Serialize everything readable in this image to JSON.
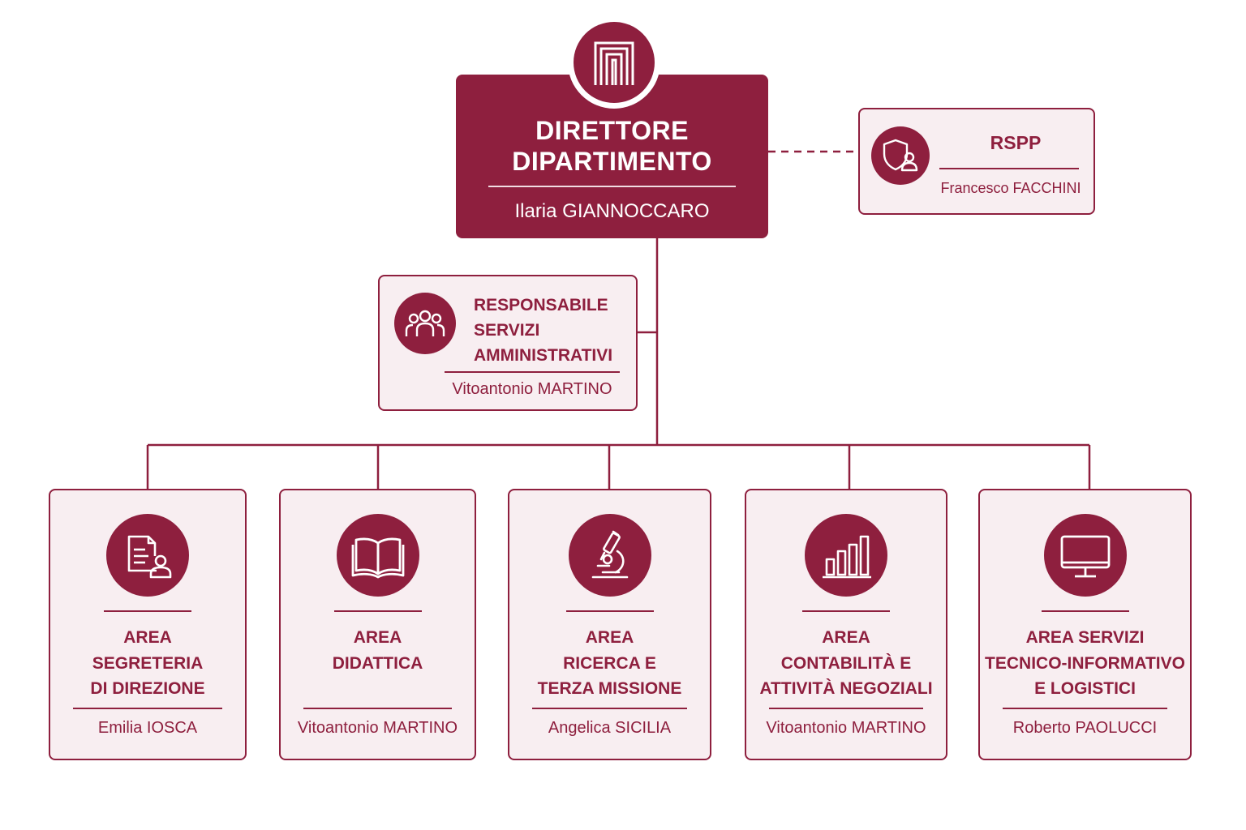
{
  "director": {
    "title_line1": "DIRETTORE",
    "title_line2": "DIPARTIMENTO",
    "name": "Ilaria GIANNOCCARO",
    "icon": "building-columns-icon"
  },
  "rspp": {
    "title": "RSPP",
    "name": "Francesco FACCHINI",
    "icon": "shield-user-icon"
  },
  "responsabile": {
    "title_line1": "RESPONSABILE",
    "title_line2": "SERVIZI",
    "title_line3": "AMMINISTRATIVI",
    "name": "Vitoantonio MARTINO",
    "icon": "people-group-icon"
  },
  "areas": [
    {
      "line1": "AREA",
      "line2": "SEGRETERIA",
      "line3": "DI DIREZIONE",
      "name": "Emilia IOSCA",
      "icon": "document-user-icon"
    },
    {
      "line1": "AREA",
      "line2": "DIDATTICA",
      "line3": "",
      "name": "Vitoantonio MARTINO",
      "icon": "open-book-icon"
    },
    {
      "line1": "AREA",
      "line2": "RICERCA E",
      "line3": "TERZA MISSIONE",
      "name": "Angelica SICILIA",
      "icon": "microscope-icon"
    },
    {
      "line1": "AREA",
      "line2": "CONTABILITÀ E",
      "line3": "ATTIVITÀ NEGOZIALI",
      "name": "Vitoantonio MARTINO",
      "icon": "bar-chart-icon"
    },
    {
      "line1": "AREA SERVIZI",
      "line2": "TECNICO-INFORMATIVO",
      "line3": "E LOGISTICI",
      "name": "Roberto PAOLUCCI",
      "icon": "monitor-icon"
    }
  ],
  "colors": {
    "primary": "#8e1f3e",
    "box_fill": "#f8eef1",
    "background": "#ffffff"
  }
}
